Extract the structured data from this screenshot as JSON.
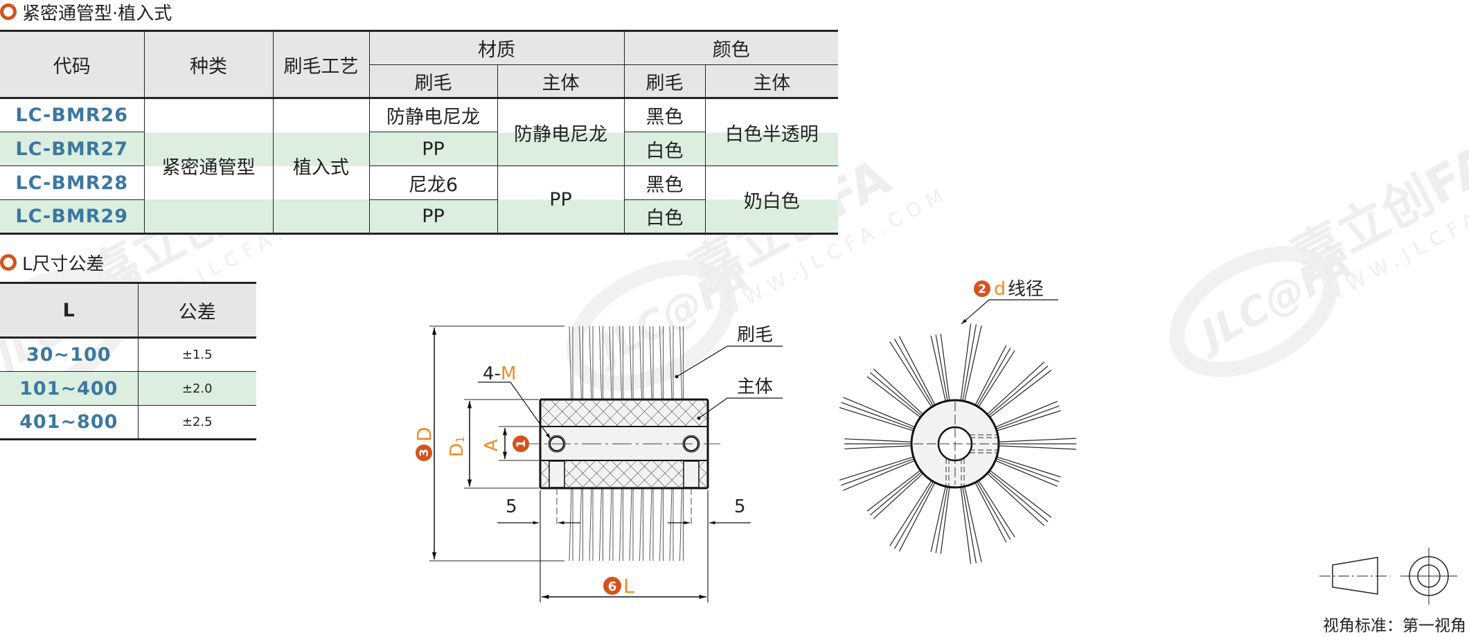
{
  "section1": {
    "title": "紧密通管型·植入式",
    "headers": {
      "code": "代码",
      "type": "种类",
      "process": "刷毛工艺",
      "material": "材质",
      "color": "颜色",
      "bristle": "刷毛",
      "body": "主体"
    },
    "rows": [
      {
        "code": "LC-BMR26",
        "material_bristle": "防静电尼龙",
        "color_bristle": "黑色"
      },
      {
        "code": "LC-BMR27",
        "material_bristle": "PP",
        "color_bristle": "白色"
      },
      {
        "code": "LC-BMR28",
        "material_bristle": "尼龙6",
        "color_bristle": "黑色"
      },
      {
        "code": "LC-BMR29",
        "material_bristle": "PP",
        "color_bristle": "白色"
      }
    ],
    "merged": {
      "type": "紧密通管型",
      "process": "植入式",
      "material_body_a": "防静电尼龙",
      "material_body_b": "PP",
      "color_body_a": "白色半透明",
      "color_body_b": "奶白色"
    }
  },
  "section2": {
    "title": "L尺寸公差",
    "headers": {
      "l": "L",
      "tolerance": "公差"
    },
    "rows": [
      {
        "range": "30~100",
        "tolerance": "±1.5"
      },
      {
        "range": "101~400",
        "tolerance": "±2.0"
      },
      {
        "range": "401~800",
        "tolerance": "±2.5"
      }
    ]
  },
  "drawing": {
    "labels": {
      "bristle": "刷毛",
      "body": "主体",
      "thread_count": "4-",
      "thread": "M",
      "wire_dia": "d",
      "wire_dia_text": "线径",
      "D": "D",
      "D1": "D1",
      "A": "A",
      "L": "L",
      "five_left": "5",
      "five_right": "5"
    },
    "badges": {
      "A": "1",
      "d": "2",
      "D": "3",
      "L": "6"
    }
  },
  "projection": {
    "caption": "视角标准：第一视角"
  },
  "watermark": {
    "logo": "JLC@FA",
    "brand": "嘉立创FA",
    "url": "WWW.JLCFA.COM"
  },
  "colors": {
    "accent": "#d4531c",
    "dim_orange": "#f08a24",
    "code_blue": "#3b77a0",
    "stripe_green": "#dbeedf",
    "header_gray": "#e6e6e6"
  }
}
